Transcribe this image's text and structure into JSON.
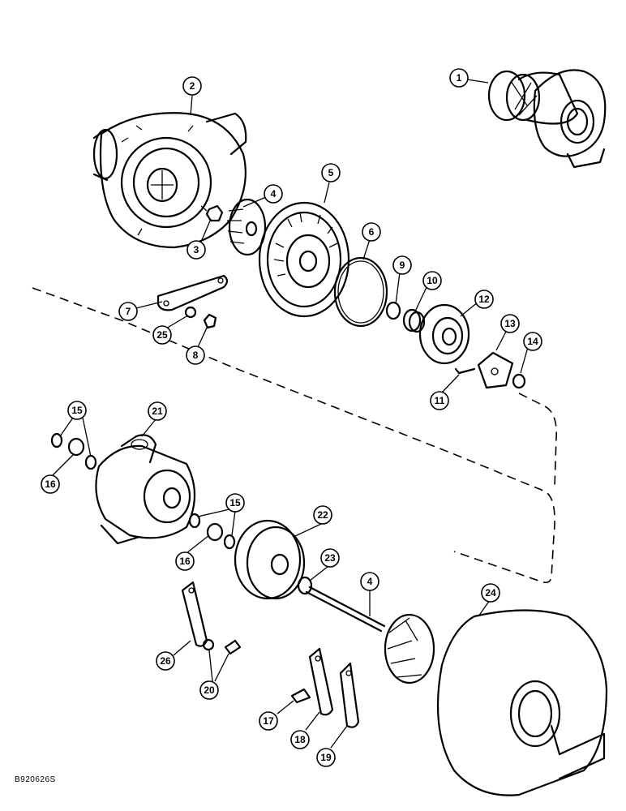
{
  "figure_id": "B920626S",
  "callouts": {
    "c1": "1",
    "c2": "2",
    "c3": "3",
    "c4a": "4",
    "c4b": "4",
    "c5": "5",
    "c6": "6",
    "c7": "7",
    "c8": "8",
    "c9": "9",
    "c10": "10",
    "c11": "11",
    "c12": "12",
    "c13": "13",
    "c14": "14",
    "c15a": "15",
    "c15b": "15",
    "c16a": "16",
    "c16b": "16",
    "c17": "17",
    "c18": "18",
    "c19": "19",
    "c20": "20",
    "c21": "21",
    "c22": "22",
    "c23": "23",
    "c24": "24",
    "c25": "25",
    "c26": "26"
  }
}
